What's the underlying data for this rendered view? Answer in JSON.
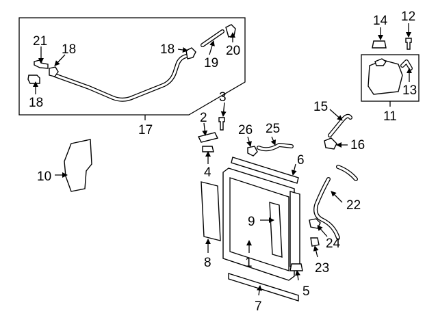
{
  "labels": {
    "l1": "1",
    "l2": "2",
    "l3": "3",
    "l4": "4",
    "l5": "5",
    "l6": "6",
    "l7": "7",
    "l8": "8",
    "l9": "9",
    "l10": "10",
    "l11": "11",
    "l12": "12",
    "l13": "13",
    "l14": "14",
    "l15": "15",
    "l16": "16",
    "l17": "17",
    "l18a": "18",
    "l18b": "18",
    "l18c": "18",
    "l19": "19",
    "l20": "20",
    "l21": "21",
    "l22": "22",
    "l23": "23",
    "l24": "24",
    "l25": "25",
    "l26": "26"
  },
  "colors": {
    "line": "#000000",
    "background": "#ffffff"
  }
}
